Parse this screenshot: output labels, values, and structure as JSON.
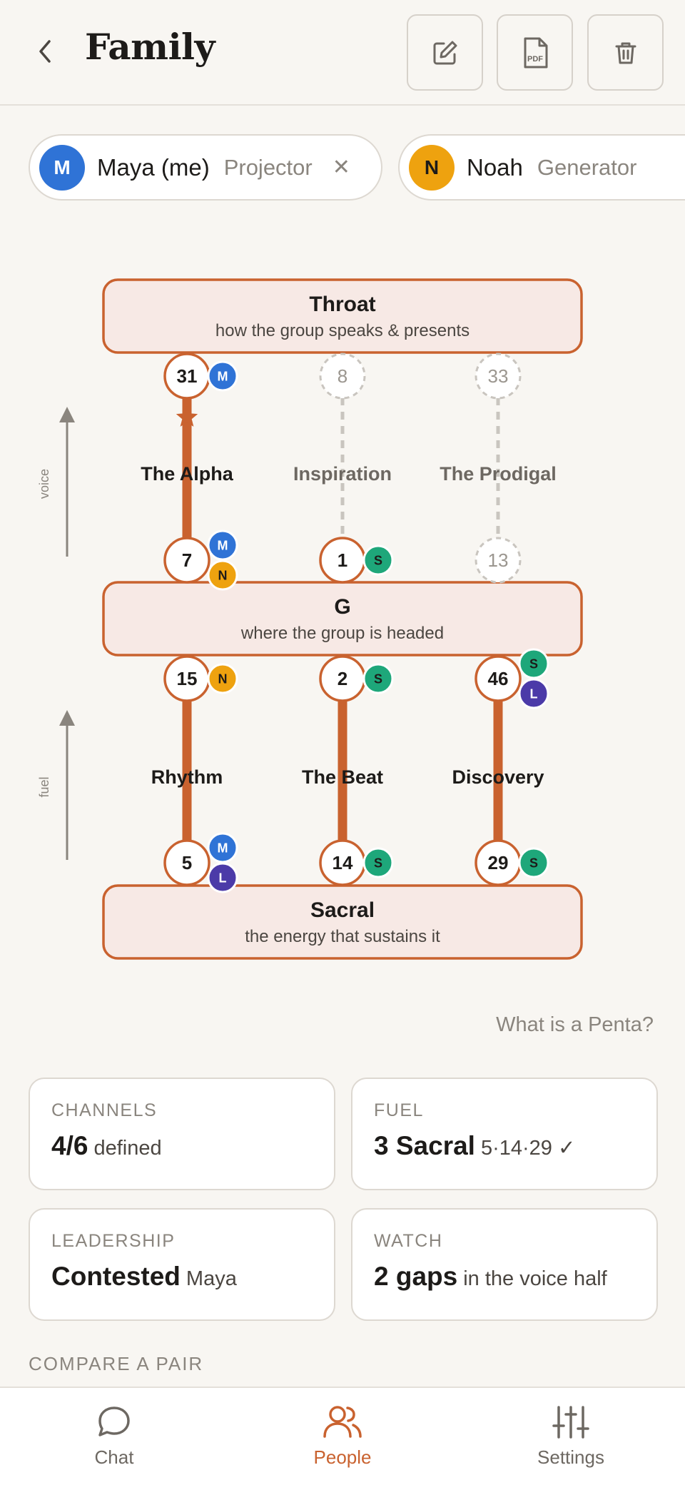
{
  "header": {
    "title": "Family",
    "actions": [
      "edit-icon",
      "pdf-icon",
      "trash-icon"
    ],
    "pdf_icon_text": "PDF"
  },
  "members": [
    {
      "initial": "M",
      "name": "Maya (me)",
      "type": "Projector",
      "color": "#2f73d6",
      "removable": true
    },
    {
      "initial": "N",
      "name": "Noah",
      "type": "Generator",
      "color": "#eea20f",
      "removable": false
    }
  ],
  "diagram": {
    "accent": "#c9622f",
    "centers": [
      {
        "key": "throat",
        "title": "Throat",
        "subtitle": "how the group speaks & presents"
      },
      {
        "key": "g",
        "title": "G",
        "subtitle": "where the group is headed"
      },
      {
        "key": "sacral",
        "title": "Sacral",
        "subtitle": "the energy that sustains it"
      }
    ],
    "side_labels": {
      "upper": "voice",
      "lower": "fuel"
    },
    "channels": [
      {
        "label": "The Alpha",
        "top_gate": "31",
        "bottom_gate": "7",
        "defined": true,
        "leader": true,
        "top_badges": [
          "M"
        ],
        "bottom_badges": [
          "M",
          "N"
        ]
      },
      {
        "label": "Inspiration",
        "top_gate": "8",
        "bottom_gate": "1",
        "defined": false,
        "top_badges": [],
        "bottom_badges": [
          "S"
        ]
      },
      {
        "label": "The Prodigal",
        "top_gate": "33",
        "bottom_gate": "13",
        "defined": false,
        "top_badges": [],
        "bottom_badges": []
      },
      {
        "label": "Rhythm",
        "top_gate": "15",
        "bottom_gate": "5",
        "defined": true,
        "top_badges": [
          "N"
        ],
        "bottom_badges": [
          "M",
          "L"
        ]
      },
      {
        "label": "The Beat",
        "top_gate": "2",
        "bottom_gate": "14",
        "defined": true,
        "top_badges": [
          "S"
        ],
        "bottom_badges": [
          "S"
        ]
      },
      {
        "label": "Discovery",
        "top_gate": "46",
        "bottom_gate": "29",
        "defined": true,
        "top_badges": [
          "S",
          "L"
        ],
        "bottom_badges": [
          "S"
        ]
      }
    ],
    "badge_colors": {
      "M": "#2f73d6",
      "N": "#eea20f",
      "S": "#1ea77a",
      "L": "#4b3aa8"
    }
  },
  "help_link": "What is a Penta?",
  "stats": {
    "channels": {
      "label": "CHANNELS",
      "big": "4/6",
      "small": "defined"
    },
    "fuel": {
      "label": "FUEL",
      "big": "3 Sacral",
      "small": "5·14·29 ✓"
    },
    "leadership": {
      "label": "LEADERSHIP",
      "big": "Contested",
      "small": "Maya"
    },
    "watch": {
      "label": "WATCH",
      "big": "2 gaps",
      "small": "in the voice half"
    }
  },
  "compare_section": "COMPARE A PAIR",
  "nav": [
    {
      "label": "Chat",
      "icon": "chat-icon",
      "active": false
    },
    {
      "label": "People",
      "icon": "people-icon",
      "active": true
    },
    {
      "label": "Settings",
      "icon": "sliders-icon",
      "active": false
    }
  ],
  "active_color": "#c9622f"
}
